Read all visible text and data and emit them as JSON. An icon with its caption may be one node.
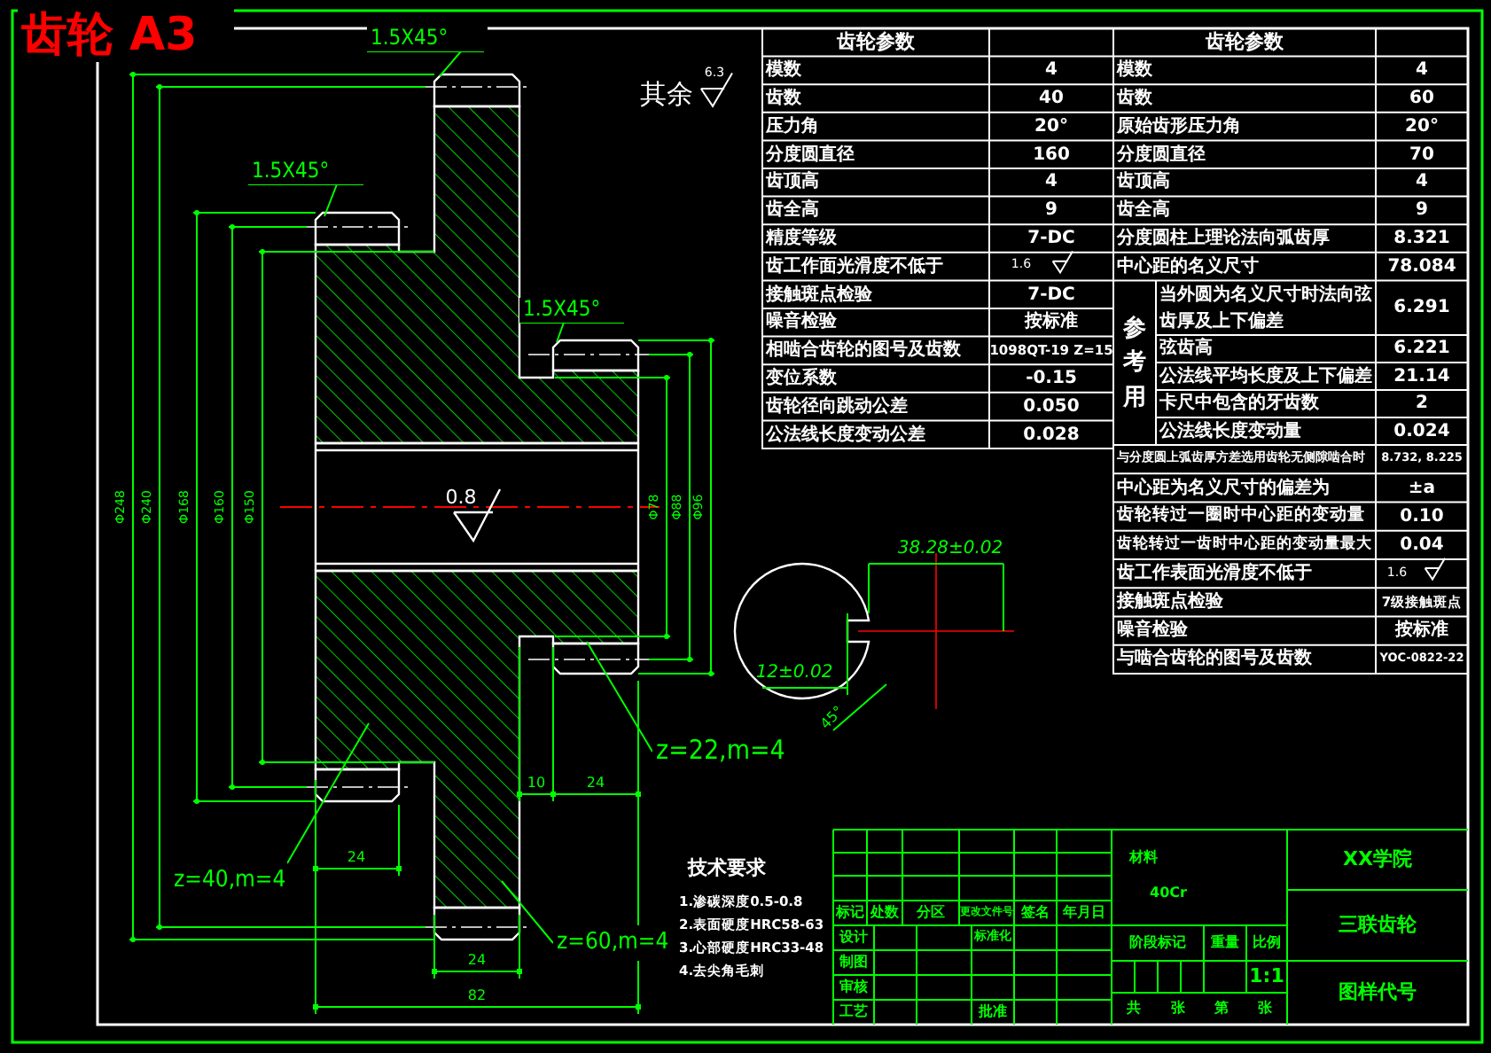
{
  "diagram": {
    "title": "齿轮 A3",
    "nodes": [
      {
        "text": [
          "1.5X45°"
        ]
      },
      {
        "text": [
          "1.5X45°"
        ]
      },
      {
        "text": [
          "1.5X45°"
        ]
      },
      {
        "text": [
          "z=40,m=4"
        ]
      },
      {
        "text": [
          "z=60,m=4"
        ]
      },
      {
        "text": [
          "z=22,m=4"
        ]
      }
    ],
    "edges": [
      {
        "from": 0,
        "to": null,
        "arrow": "none"
      },
      {
        "from": 1,
        "to": null,
        "arrow": "none"
      },
      {
        "from": 2,
        "to": null,
        "arrow": "none"
      },
      {
        "from": 3,
        "to": null,
        "arrow": "none"
      },
      {
        "from": 4,
        "to": null,
        "arrow": "none"
      },
      {
        "from": 5,
        "to": null,
        "arrow": "none"
      }
    ],
    "labels": [
      "其余",
      "6.3",
      "Φ248",
      "Φ240",
      "Φ168",
      "Φ160",
      "Φ150",
      "Φ78",
      "Φ88",
      "Φ96",
      "0.8",
      "24",
      "10",
      "24",
      "24",
      "82",
      "38.28±0.02",
      "12±0.02",
      "45°",
      "齿轮参数",
      "模数",
      "4",
      "齿数",
      "40",
      "压力角",
      "20°",
      "分度圆直径",
      "160",
      "齿顶高",
      "4",
      "齿全高",
      "9",
      "精度等级",
      "7-DC",
      "齿工作面光滑度不低于",
      "1.6",
      "接触斑点检验",
      "7-DC",
      "噪音检验",
      "按标准",
      "相啮合齿轮的图号及齿数",
      "1098QT-19 Z=15",
      "变位系数",
      "-0.15",
      "齿轮径向跳动公差",
      "0.050",
      "公法线长度变动公差",
      "0.028",
      "齿轮参数",
      "模数",
      "4",
      "齿数",
      "60",
      "原始齿形压力角",
      "20°",
      "分度圆直径",
      "70",
      "齿顶高",
      "4",
      "齿全高",
      "9",
      "分度圆柱上理论法向弧齿厚",
      "8.321",
      "中心距的名义尺寸",
      "78.084",
      "参考用",
      "当外圆为名义尺寸时法向弦齿厚及上下偏差",
      "6.291",
      "弦齿高",
      "6.221",
      "公法线平均长度及上下偏差",
      "21.14",
      "卡尺中包含的牙齿数",
      "2",
      "公法线长度变动量",
      "0.024",
      "与分度圆上弧齿厚方差选用齿轮无侧隙啮合时",
      "8.732, 8.225",
      "中心距为名义尺寸的偏差为",
      "±a",
      "齿轮转过一圈时中心距的变动量",
      "0.10",
      "齿轮转过一齿时中心距的变动量最大",
      "0.04",
      "齿工作表面光滑度不低于",
      "1.6",
      "接触斑点检验",
      "7级接触斑点",
      "噪音检验",
      "按标准",
      "与啮合齿轮的图号及齿数",
      "YOC-0822-22",
      "技术要求",
      "1.渗碳深度0.5-0.8",
      "2.表面硬度HRC58-63",
      "3.心部硬度HRC33-48",
      "4.去尖角毛刺",
      "标记",
      "处数",
      "分区",
      "更改文件号",
      "签名",
      "年月日",
      "设计",
      "标准化",
      "制图",
      "审核",
      "工艺",
      "批准",
      "材料",
      "40Cr",
      "阶段标记",
      "重量",
      "比例",
      "1:1",
      "共",
      "张",
      "第",
      "张",
      "XX学院",
      "三联齿轮",
      "图样代号"
    ]
  }
}
